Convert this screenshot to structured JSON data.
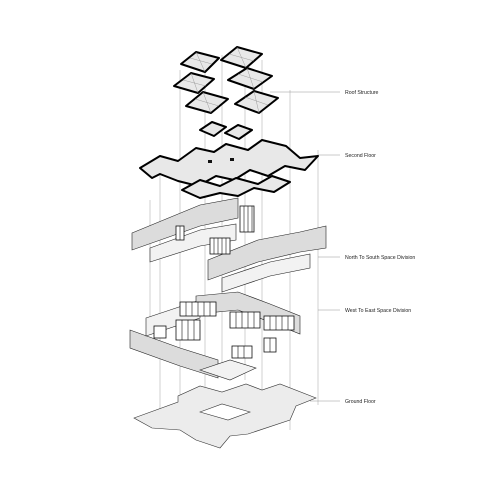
{
  "labels": {
    "roof": "Roof Structure",
    "second_floor": "Second Floor",
    "north_south": "North To South Space Division",
    "west_east": "West To East Space Division",
    "ground_floor": "Ground Floor"
  }
}
